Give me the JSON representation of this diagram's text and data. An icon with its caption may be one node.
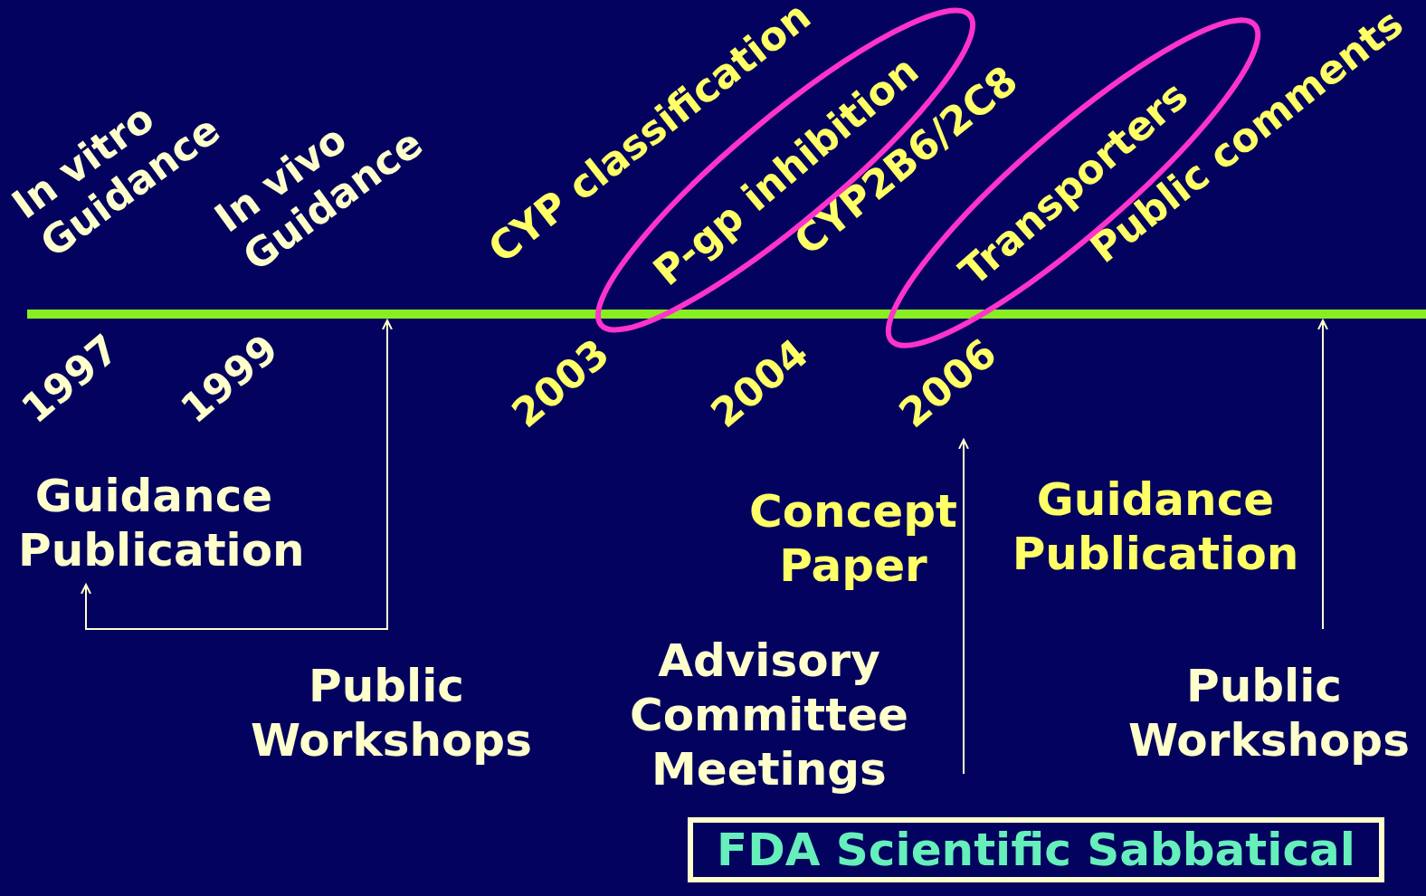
{
  "diagram": {
    "nodes": [
      {
        "text": [],
        "shape": "bar"
      },
      {
        "text": [
          "P-gp inhibition"
        ]
      },
      {
        "text": [
          "Transporters"
        ]
      },
      {
        "text": [
          "Guidance Publication"
        ]
      },
      {
        "text": [
          "FDA Scientific Sabbatical"
        ]
      },
      {
        "text": [
          "2006"
        ]
      }
    ],
    "edges": [
      {
        "from": 3,
        "to": 0,
        "arrow": "both"
      },
      {
        "from": null,
        "to": 5,
        "arrow": "to"
      },
      {
        "from": null,
        "to": 0,
        "arrow": "to"
      }
    ],
    "labels": [
      "In vitro Guidance",
      "In vivo Guidance",
      "CYP classification",
      "CYP2B6/2C8",
      "Public comments",
      "1997",
      "1999",
      "2003",
      "2004",
      "Public Workshops",
      "Concept Paper",
      "Advisory Committee Meetings",
      "Guidance Publication",
      "Public Workshops"
    ]
  }
}
